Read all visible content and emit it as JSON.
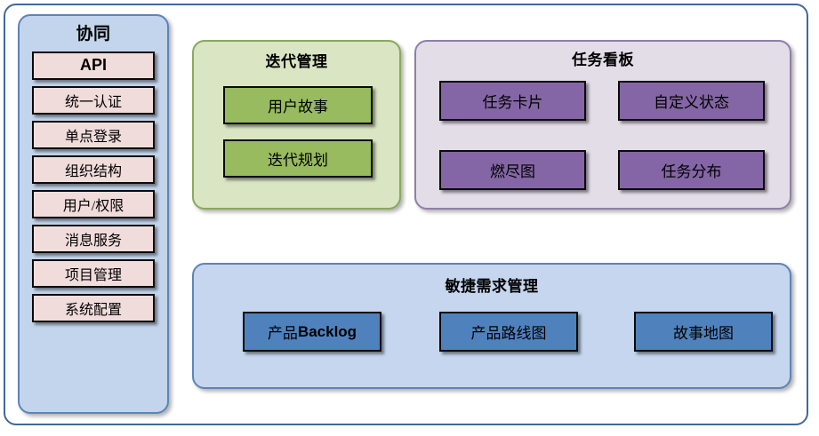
{
  "diagram": {
    "title_colors": {
      "sidebar_bg": "#c3d5ec",
      "sidebar_item_bg": "#f0dcdb",
      "iteration_bg": "#d9e5c3",
      "iteration_item_bg": "#97bb5e",
      "taskboard_bg": "#e3dde8",
      "taskboard_item_bg": "#8465a5",
      "agile_bg": "#c5d6ee",
      "agile_item_bg": "#4f81bd",
      "outer_border": "#3f6899"
    }
  },
  "sidebar": {
    "title": "协同",
    "items": [
      {
        "label": "API",
        "emphasis": "bold"
      },
      {
        "label": "统一认证",
        "emphasis": "normal"
      },
      {
        "label": "单点登录",
        "emphasis": "normal"
      },
      {
        "label": "组织结构",
        "emphasis": "normal"
      },
      {
        "label": "用户/权限",
        "emphasis": "normal"
      },
      {
        "label": "消息服务",
        "emphasis": "normal"
      },
      {
        "label": "项目管理",
        "emphasis": "normal"
      },
      {
        "label": "系统配置",
        "emphasis": "normal"
      }
    ]
  },
  "iteration": {
    "title": "迭代管理",
    "items": [
      {
        "label": "用户故事"
      },
      {
        "label": "迭代规划"
      }
    ]
  },
  "taskboard": {
    "title": "任务看板",
    "items": [
      {
        "label": "任务卡片"
      },
      {
        "label": "自定义状态"
      },
      {
        "label": "燃尽图"
      },
      {
        "label": "任务分布"
      }
    ]
  },
  "agile": {
    "title": "敏捷需求管理",
    "items": [
      {
        "label_cn": "产品",
        "label_latin": "Backlog"
      },
      {
        "label_cn": "产品路线图",
        "label_latin": ""
      },
      {
        "label_cn": "故事地图",
        "label_latin": ""
      }
    ]
  }
}
